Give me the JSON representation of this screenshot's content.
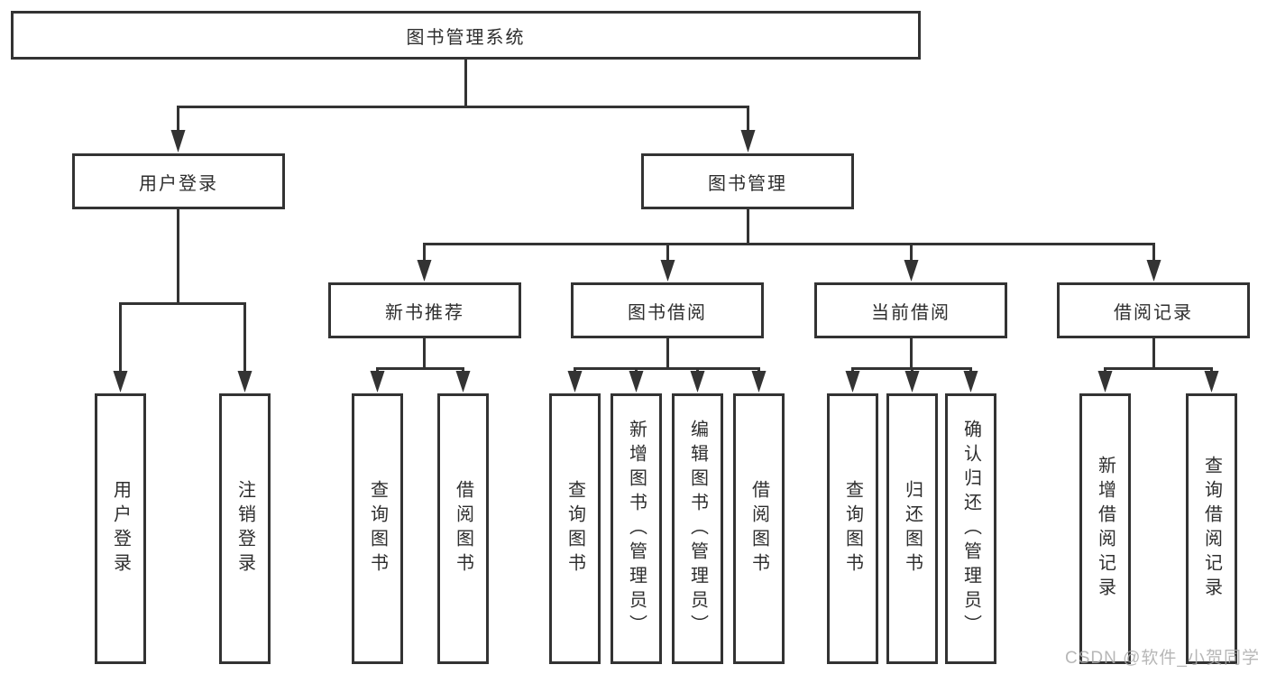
{
  "diagram_type": "hierarchy-org-chart",
  "tree": {
    "label": "图书管理系统",
    "children": [
      {
        "label": "用户登录",
        "children": [
          {
            "label": "用户登录"
          },
          {
            "label": "注销登录"
          }
        ]
      },
      {
        "label": "图书管理",
        "children": [
          {
            "label": "新书推荐",
            "children": [
              {
                "label": "查询图书"
              },
              {
                "label": "借阅图书"
              }
            ]
          },
          {
            "label": "图书借阅",
            "children": [
              {
                "label": "查询图书"
              },
              {
                "label": "新增图书（管理员）"
              },
              {
                "label": "编辑图书（管理员）"
              },
              {
                "label": "借阅图书"
              }
            ]
          },
          {
            "label": "当前借阅",
            "children": [
              {
                "label": "查询图书"
              },
              {
                "label": "归还图书"
              },
              {
                "label": "确认归还（管理员）"
              }
            ]
          },
          {
            "label": "借阅记录",
            "children": [
              {
                "label": "新增借阅记录"
              },
              {
                "label": "查询借阅记录"
              }
            ]
          }
        ]
      }
    ]
  },
  "watermark": {
    "text": "CSDN @软件_小贺同学"
  },
  "colors": {
    "line": "#333333",
    "box_border": "#333333",
    "box_fill": "#ffffff",
    "text": "#2e2e2e",
    "watermark": "#ababab"
  }
}
